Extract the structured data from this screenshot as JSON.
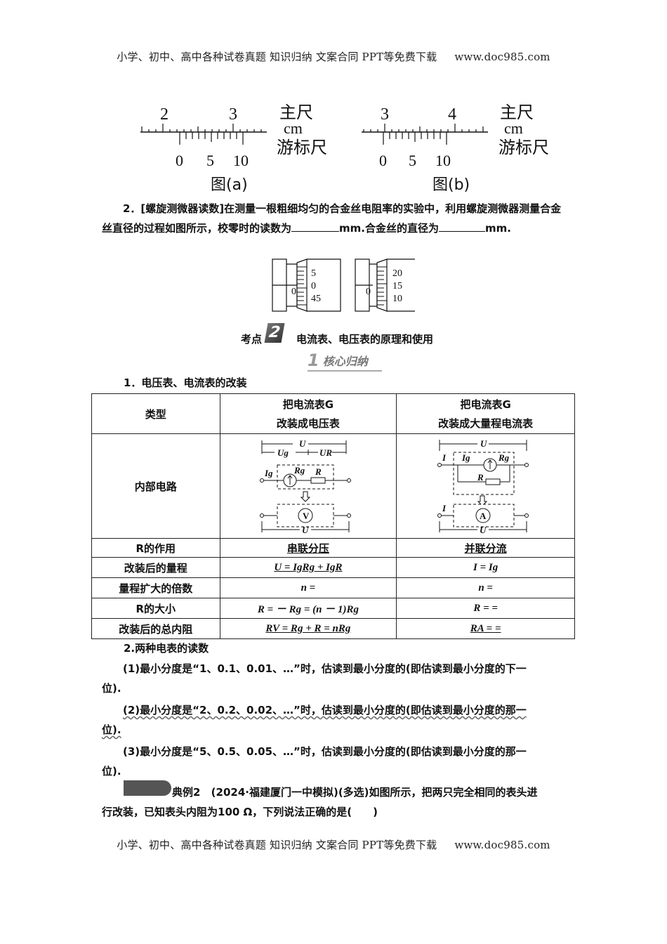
{
  "header": {
    "left": "小学、初中、高中各种试卷真题  知识归纳  文案合同  PPT等免费下载",
    "right": "www.doc985.com"
  },
  "footer": {
    "left": "小学、初中、高中各种试卷真题  知识归纳  文案合同  PPT等免费下载",
    "right": "www.doc985.com"
  },
  "caliper": {
    "a": {
      "main_ticks": [
        "2",
        "3"
      ],
      "vernier_ticks": [
        "0",
        "5",
        "10"
      ],
      "main_label": "主尺",
      "unit": "cm",
      "vernier_label": "游标尺",
      "caption": "图(a)"
    },
    "b": {
      "main_ticks": [
        "3",
        "4"
      ],
      "vernier_ticks": [
        "0",
        "5",
        "10"
      ],
      "main_label": "主尺",
      "unit": "cm",
      "vernier_label": "游标尺",
      "caption": "图(b)"
    }
  },
  "q2": {
    "text1": "2．[螺旋测微器读数]在测量一根粗细均匀的合金丝电阻率的实验中，利用螺旋测微器测量合金丝直径的过程如图所示，校零时的读数为",
    "text2": "mm.合金丝的直径为",
    "text3": "mm."
  },
  "micrometer": {
    "left": {
      "zero": "0",
      "marks": [
        "5",
        "0",
        "45"
      ]
    },
    "right": {
      "zero": "0",
      "marks": [
        "20",
        "15",
        "10"
      ]
    }
  },
  "section": {
    "prefix": "考点",
    "num": "2",
    "title": "电流表、电压表的原理和使用",
    "banner_num": "1",
    "banner": "核心归纳"
  },
  "sub1": "1．电压表、电流表的改装",
  "table": {
    "head": {
      "type": "类型",
      "col1_l1": "把电流表G",
      "col1_l2": "改装成电压表",
      "col2_l1": "把电流表G",
      "col2_l2": "改装成大量程电流表"
    },
    "circuit_row": "内部电路",
    "rows": [
      {
        "label": "R的作用",
        "c1": "串联分压",
        "c2": "并联分流"
      },
      {
        "label": "改装后的量程",
        "c1": "U = IgRg + IgR",
        "c2": "I = Ig"
      },
      {
        "label": "量程扩大的倍数",
        "c1": "n =",
        "c2": "n ="
      },
      {
        "label": "R的大小",
        "c1": "R = － Rg = (n － 1)Rg",
        "c2": "R = ="
      },
      {
        "label": "改装后的总内阻",
        "c1": "RV = Rg + R = nRg",
        "c2": "RA = ="
      }
    ],
    "circuit": {
      "U": "U",
      "Ug": "Ug",
      "UR": "UR",
      "Ig": "Ig",
      "Rg": "Rg",
      "R": "R",
      "I": "I",
      "V": "V",
      "A": "A"
    }
  },
  "sub2": "2.两种电表的读数",
  "rules": {
    "r1a": "(1)最小分度是“1、0.1、0.01、…”时，估读到最小分度的(即估读到最小分度的下一",
    "r1b": "位).",
    "r2a": "(2)最小分度是“2、0.2、0.02、…”时，估读到最小分度的(即估读到最小分度的那一",
    "r2b": "位).",
    "r3a": "(3)最小分度是“5、0.5、0.05、…”时，估读到最小分度的(即估读到最小分度的那一",
    "r3b": "位)."
  },
  "example": {
    "label": "典例2",
    "line1": "(2024·福建厦门一中模拟)(多选)如图所示，把两只完全相同的表头进",
    "line2": "行改装，已知表头内阻为100 Ω，下列说法正确的是(　　)"
  }
}
